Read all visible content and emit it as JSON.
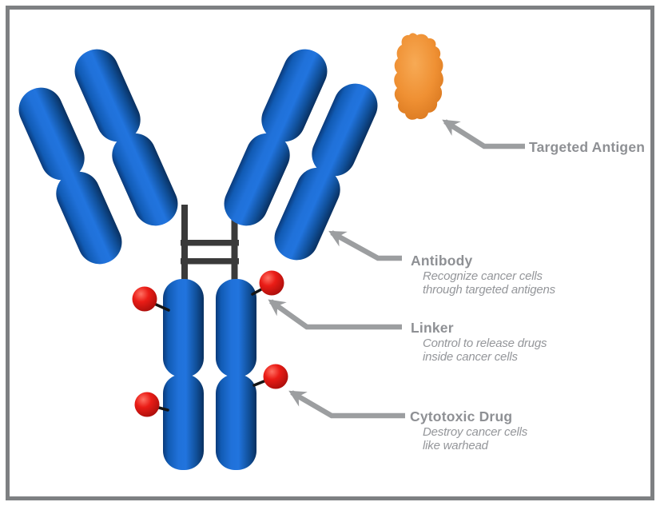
{
  "labels": {
    "targeted_antigen": {
      "title": "Targeted Antigen"
    },
    "antibody": {
      "title": "Antibody",
      "desc1": "Recognize cancer cells",
      "desc2": "through targeted antigens"
    },
    "linker": {
      "title": "Linker",
      "desc1": "Control to release drugs",
      "desc2": "inside cancer cells"
    },
    "cytotoxic_drug": {
      "title": "Cytotoxic Drug",
      "desc1": "Destroy cancer cells",
      "desc2": "like warhead"
    }
  },
  "colors": {
    "antibody_blue": "#1e6fd6",
    "antibody_blue_dark": "#0a3a7a",
    "drug_red": "#ea1c16",
    "antigen_orange": "#ef9033",
    "hinge_dark": "#3a3a3a",
    "connector_black": "#151515",
    "arrow_gray": "#9c9ea0",
    "label_gray": "#8e9094",
    "border_gray": "#7e8082",
    "background": "#ffffff"
  }
}
